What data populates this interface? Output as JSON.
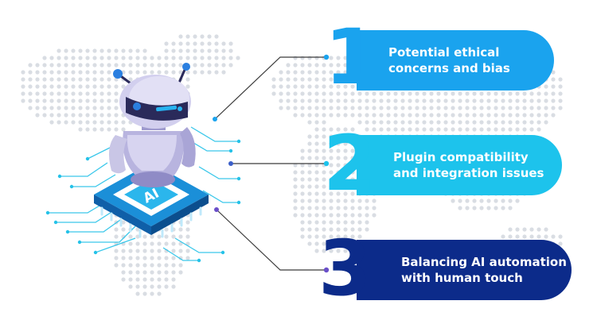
{
  "items": [
    {
      "number": "1",
      "text": "Potential ethical\nconcerns and bias",
      "color": "#1aa3ee"
    },
    {
      "number": "2",
      "text": "Plugin compatibility\nand integration issues",
      "color": "#1dc3ec"
    },
    {
      "number": "3",
      "text": "Balancing AI automation\nwith human touch",
      "color": "#0c2b8a"
    }
  ],
  "chip_label": "AI",
  "colors": {
    "map_dot": "#d9dde3",
    "connector": "#3a3a3a",
    "robot_body": "#c9c6e6",
    "robot_visor": "#2a2a5a",
    "circuit": "#25c2e8"
  }
}
